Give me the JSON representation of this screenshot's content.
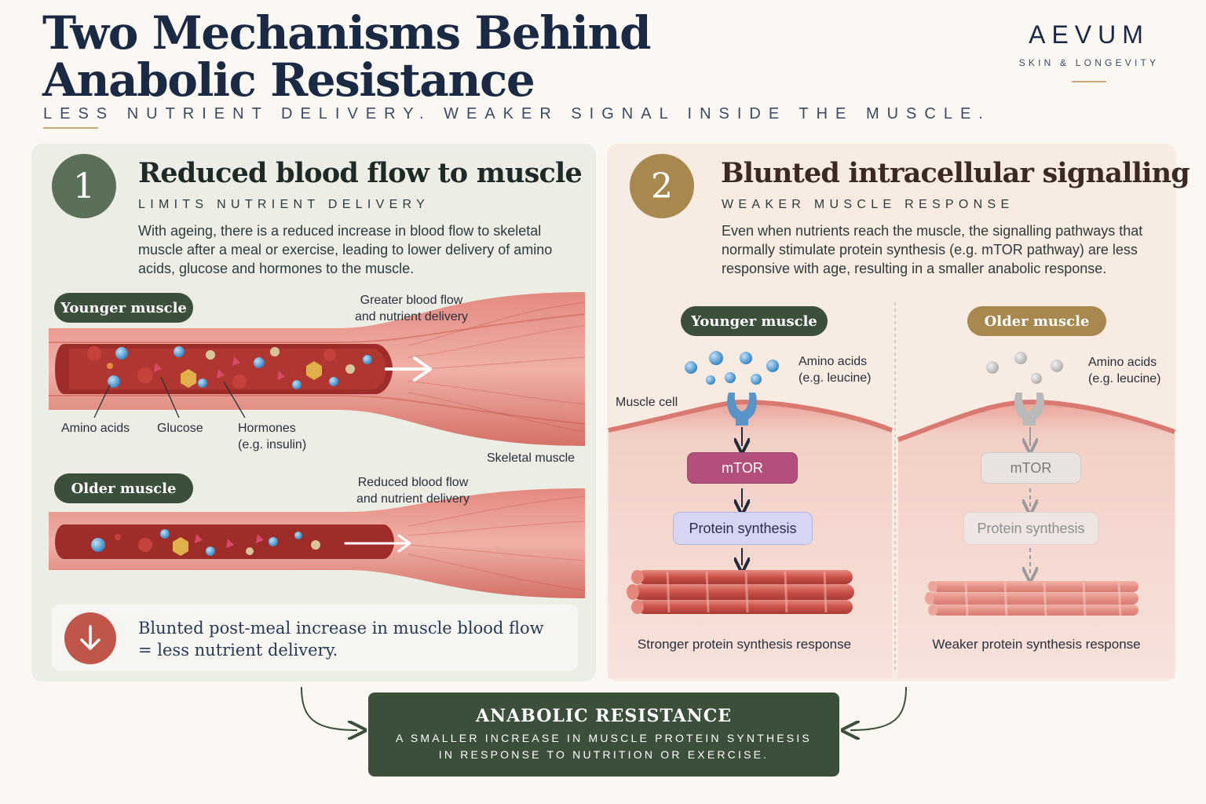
{
  "header": {
    "title_line1": "Two Mechanisms Behind",
    "title_line2": "Anabolic Resistance",
    "subtitle": "LESS NUTRIENT DELIVERY. WEAKER SIGNAL INSIDE THE MUSCLE."
  },
  "brand": {
    "name": "AEVUM",
    "tagline": "SKIN & LONGEVITY"
  },
  "panel1": {
    "number": "1",
    "heading": "Reduced blood flow to muscle",
    "kicker": "LIMITS NUTRIENT DELIVERY",
    "body": "With ageing, there is a reduced increase in blood flow to skeletal muscle after a meal or exercise, leading to lower delivery of amino acids, glucose and hormones to the muscle.",
    "younger_label": "Younger muscle",
    "younger_flow_line1": "Greater blood flow",
    "younger_flow_line2": "and nutrient delivery",
    "amino_label": "Amino acids",
    "glucose_label": "Glucose",
    "hormones_line1": "Hormones",
    "hormones_line2": "(e.g. insulin)",
    "skeletal_label": "Skeletal muscle",
    "older_label": "Older muscle",
    "older_flow_line1": "Reduced blood flow",
    "older_flow_line2": "and nutrient delivery",
    "summary_line1": "Blunted post-meal increase in muscle blood flow",
    "summary_line2": "= less nutrient delivery."
  },
  "panel2": {
    "number": "2",
    "heading": "Blunted intracellular signalling",
    "kicker": "WEAKER MUSCLE RESPONSE",
    "body": "Even when nutrients reach the muscle, the signalling pathways that normally stimulate protein synthesis (e.g. mTOR pathway) are less responsive with age, resulting in a smaller anabolic response.",
    "younger_label": "Younger muscle",
    "older_label": "Older muscle",
    "amino_line1": "Amino acids",
    "amino_line2": "(e.g. leucine)",
    "muscle_cell_label": "Muscle cell",
    "mtor_label": "mTOR",
    "protein_synthesis_label": "Protein synthesis",
    "younger_result": "Stronger protein synthesis response",
    "older_result": "Weaker protein synthesis response"
  },
  "result": {
    "title": "ANABOLIC RESISTANCE",
    "line1": "A SMALLER INCREASE IN MUSCLE PROTEIN SYNTHESIS",
    "line2": "IN RESPONSE TO NUTRITION OR EXERCISE."
  },
  "colors": {
    "navy": "#1b2a44",
    "sage": "#5b7059",
    "dark_green": "#3b4f3a",
    "gold": "#a8884f",
    "muscle_red": "#d9726a",
    "mtor_pink": "#b24f7c",
    "protein_lavender": "#d6d6f3",
    "alert_red": "#c0564a"
  }
}
